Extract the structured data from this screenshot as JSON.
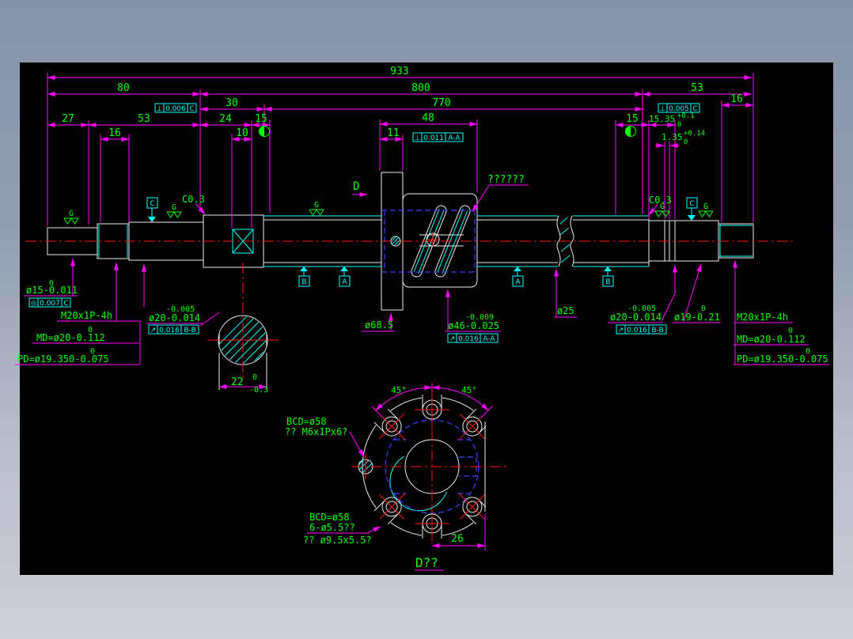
{
  "dw": {
    "dims": {
      "d933": "933",
      "d80": "80",
      "d800": "800",
      "d53r": "53",
      "d30": "30",
      "d770": "770",
      "d27": "27",
      "d53l": "53",
      "d24": "24",
      "d15l": "15",
      "d16l": "16",
      "d10": "10",
      "d48": "48",
      "d11": "11",
      "d15r": "15",
      "d1535": "15.35",
      "d1535_sup": "+0.1",
      "d1535_sub": "0",
      "d16r": "16",
      "d135": "1.35",
      "d135_sup": "+0.14",
      "d135_sub": "0",
      "d22": "22",
      "d22_sup": "0",
      "d22_sub": "-0.3",
      "d26": "26",
      "a45l": "45°",
      "a45r": "45°"
    },
    "labels": {
      "d15_sup": "0",
      "d15": "ø15-0.011",
      "m20l": "M20x1P-4h",
      "mdl_sup": "0",
      "mdl": "MD=ø20-0.112",
      "pdl_sup": "0",
      "pdl": "PD=ø19.350-0.075",
      "d20l_sup": "-0.005",
      "d20l": "ø20-0.014",
      "d68": "ø68.5",
      "d46_sup": "-0.009",
      "d46": "ø46-0.025",
      "d25": "ø25",
      "d20r_sup": "-0.005",
      "d20r": "ø20-0.014",
      "d19_sup": "0",
      "d19": "ø19-0.21",
      "m20r": "M20x1P-4h",
      "mdr_sup": "0",
      "mdr": "MD=ø20-0.112",
      "pdr_sup": "0",
      "pdr": "PD=ø19.350-0.075",
      "chamfer_l": "C0.3",
      "chamfer_r": "C0.3",
      "finish": "G",
      "nut_note": "??????",
      "view_d": "D",
      "bcd_top_1": "BCD=ø58",
      "bcd_top_2": "?? M6x1Px6?",
      "bcd_bot_1": "BCD=ø58",
      "bcd_bot_2": "6-ø5.5??",
      "bcd_bot_3": "?? ø9.5x5.5?",
      "title": "D??"
    },
    "frames": {
      "perp006": {
        "sym": "⊥",
        "val": "0.006",
        "ref": "C"
      },
      "perp011": {
        "sym": "⊥",
        "val": "0.011",
        "ref": "A-A"
      },
      "perp005": {
        "sym": "⊥",
        "val": "0.005",
        "ref": "C"
      },
      "conc007": {
        "sym": "◎",
        "val": "0.007",
        "ref": "C"
      },
      "run016bbl": {
        "sym": "↗",
        "val": "0.016",
        "ref": "B-B"
      },
      "run016aa": {
        "sym": "↗",
        "val": "0.016",
        "ref": "A-A"
      },
      "run016bbr": {
        "sym": "↗",
        "val": "0.016",
        "ref": "B-B"
      }
    },
    "datums": {
      "cl": "C",
      "cr": "C",
      "bl": "B",
      "al": "A",
      "ar": "A",
      "br": "B"
    },
    "colors": {
      "dim": "#ff00ff",
      "text": "#00ff00",
      "aux": "#00ffff",
      "center": "#ff1414",
      "hidden": "#4040ff",
      "outline": "#ececec",
      "canvas": "#000000",
      "frame_bg": "#8694ab"
    }
  }
}
